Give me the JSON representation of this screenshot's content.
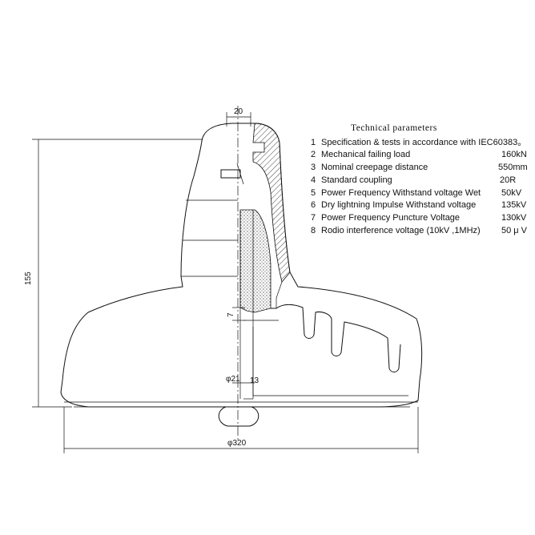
{
  "technical": {
    "title": "Technical parameters",
    "items": [
      {
        "num": "1",
        "label": "Specification & tests in accordance with IEC60383。",
        "value": ""
      },
      {
        "num": "2",
        "label": "Mechanical failing load",
        "value": "160kN"
      },
      {
        "num": "3",
        "label": "Nominal creepage distance",
        "value": "550mm"
      },
      {
        "num": "4",
        "label": "Standard coupling",
        "value": "20R"
      },
      {
        "num": "5",
        "label": "Power Frequency Withstand voltage Wet",
        "value": "50kV"
      },
      {
        "num": "6",
        "label": "Dry lightning Impulse Withstand voltage",
        "value": "135kV"
      },
      {
        "num": "7",
        "label": "Power Frequency Puncture Voltage",
        "value": "130kV"
      },
      {
        "num": "8",
        "label": "Rodio interference voltage (10kV ,1MHz)",
        "value": "50 μ V"
      }
    ]
  },
  "dimensions": {
    "top_width": "20",
    "height": "155",
    "diameter": "φ320",
    "pin_diameter": "φ21",
    "pin_tolerance": "13",
    "small_gap": "7"
  },
  "colors": {
    "line": "#111111",
    "background": "#ffffff"
  }
}
